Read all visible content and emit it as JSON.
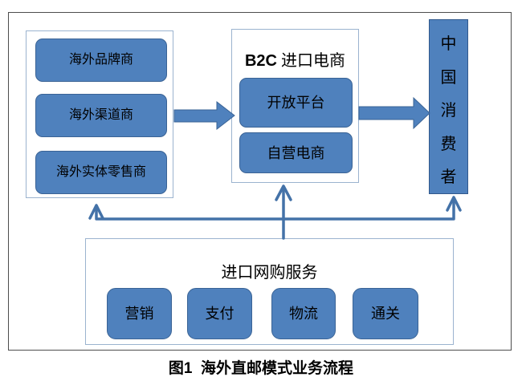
{
  "figure": {
    "caption": "图1  海外直邮模式业务流程"
  },
  "colors": {
    "box_fill": "#4f81bd",
    "box_border": "#3a6395",
    "container_border": "#9bb3cf",
    "connector": "#4472a8",
    "frame_border": "#4d4d4d",
    "text": "#000000"
  },
  "left_panel": {
    "items": [
      {
        "label": "海外品牌商"
      },
      {
        "label": "海外渠道商"
      },
      {
        "label": "海外实体零售商"
      }
    ]
  },
  "middle_panel": {
    "title_latin": "B2C",
    "title_cn": " 进口电商",
    "items": [
      {
        "label": "开放平台"
      },
      {
        "label": "自营电商"
      }
    ]
  },
  "consumer_box": {
    "label": "中国消费者",
    "chars": [
      "中",
      "国",
      "消",
      "费",
      "者"
    ]
  },
  "service_panel": {
    "title": "进口网购服务",
    "items": [
      {
        "label": "营销"
      },
      {
        "label": "支付"
      },
      {
        "label": "物流"
      },
      {
        "label": "通关"
      }
    ]
  }
}
